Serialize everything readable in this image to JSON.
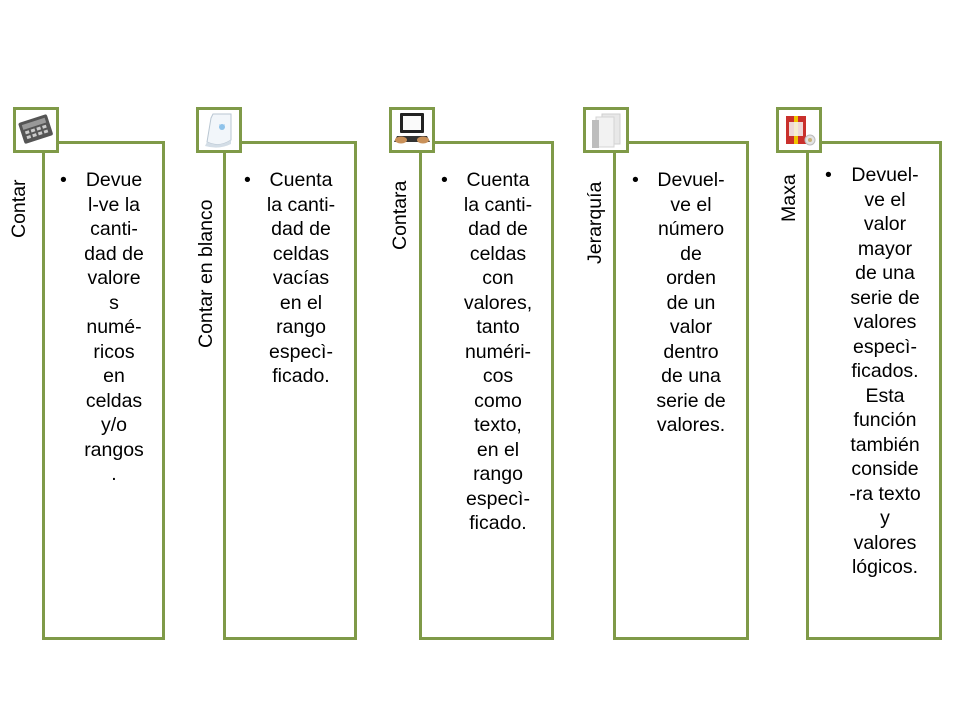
{
  "colors": {
    "border": "#7f9a48"
  },
  "panels": [
    {
      "label": "Contar",
      "icon": "calculator-icon",
      "bullet": "•",
      "text": "Devue\nl-ve la\ncanti-\ndad de\nvalore\ns\nnumé-\nricos\nen\nceldas\ny/o\nrangos\n."
    },
    {
      "label": "Contar en blanco",
      "icon": "blank-document-icon",
      "bullet": "•",
      "text": "Cuenta\nla canti-\ndad de\nceldas\nvacías\nen el\nrango\nespecì-\nficado."
    },
    {
      "label": "Contara",
      "icon": "laptop-icon",
      "bullet": "•",
      "text": "Cuenta\nla canti-\ndad de\nceldas\ncon\nvalores,\ntanto\nnuméri-\ncos\ncomo\ntexto,\nen el\nrango\nespecì-\nficado."
    },
    {
      "label": "Jerarquía",
      "icon": "papers-icon",
      "bullet": "•",
      "text": "Devuel-\nve el\nnúmero\nde\norden\nde un\nvalor\ndentro\nde una\nserie de\nvalores."
    },
    {
      "label": "Maxa",
      "icon": "gift-icon",
      "bullet": "•",
      "text": "Devuel-\nve el\nvalor\nmayor\nde una\nserie de\nvalores\nespecì-\nficados.\nEsta\nfunción\ntambién\nconside\n-ra texto\ny\nvalores\nlógicos."
    }
  ]
}
